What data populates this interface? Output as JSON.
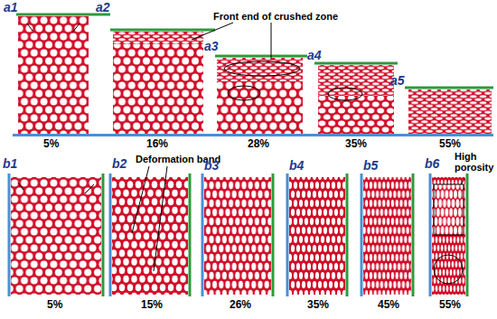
{
  "diagram": {
    "labels": [
      "a1",
      "a2",
      "Front end of crushed zone",
      "a3",
      "a4",
      "a5",
      "5%",
      "16%",
      "28%",
      "35%",
      "55%",
      "b1",
      "b2",
      "Deformation band",
      "b3",
      "b4",
      "b5",
      "b6",
      "High porosity",
      "5%",
      "15%",
      "26%",
      "35%",
      "45%",
      "55%"
    ]
  }
}
